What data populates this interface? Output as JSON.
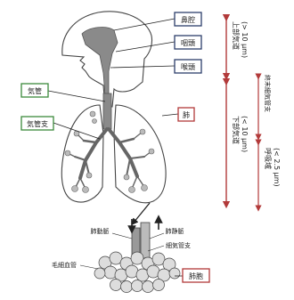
{
  "labels": {
    "nasal": "鼻腔",
    "pharynx": "咽頭",
    "larynx": "喉頭",
    "trachea": "気管",
    "bronchi": "気管支",
    "lung": "肺",
    "pulmonary_artery": "肺動脈",
    "pulmonary_vein": "肺静脈",
    "bronchiole": "細気管支",
    "capillary": "毛細血管",
    "alveoli": "肺胞"
  },
  "regions": {
    "upper_airway": "上部気道",
    "upper_size": "(> 10 μm)",
    "lower_airway": "下部気道",
    "lower_size": "(< 10 μm)",
    "terminal_bronchiole": "終末細気管支",
    "respiratory": "呼吸域",
    "respiratory_size": "(< 2.5 μm)"
  },
  "colors": {
    "box_blue": "#2c3e6b",
    "box_green": "#3c8a3c",
    "box_red": "#b23a3a",
    "arrow_red": "#b23a3a",
    "airway_gray": "#8a8a8a"
  }
}
